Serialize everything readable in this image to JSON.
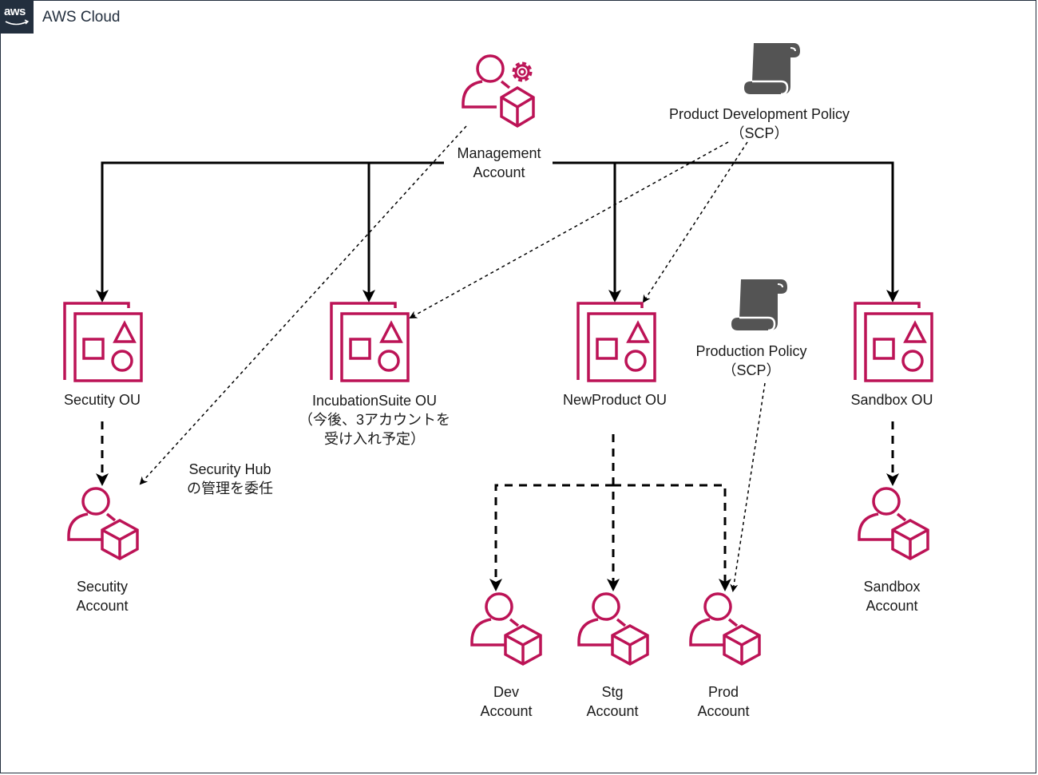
{
  "group": {
    "title": "AWS Cloud",
    "logo_text": "aws",
    "border_color": "#232f3e"
  },
  "colors": {
    "resource": "#bc1356",
    "policy": "#545454",
    "connector": "#000000"
  },
  "nodes": {
    "management_account": {
      "line1": "Management",
      "line2": "Account",
      "icon": "user-gear-cube-icon"
    },
    "product_dev_policy": {
      "line1": "Product Development Policy",
      "line2": "（SCP）",
      "icon": "scroll-policy-icon"
    },
    "production_policy": {
      "line1": "Production Policy",
      "line2": "（SCP）",
      "icon": "scroll-policy-icon"
    },
    "security_ou": {
      "line1": "Secutity OU",
      "icon": "organizational-unit-icon"
    },
    "incubation_ou": {
      "line1": "IncubationSuite OU",
      "line2": "（今後、3アカウントを",
      "line3": "受け入れ予定）",
      "icon": "organizational-unit-icon"
    },
    "newproduct_ou": {
      "line1": "NewProduct OU",
      "icon": "organizational-unit-icon"
    },
    "sandbox_ou": {
      "line1": "Sandbox OU",
      "icon": "organizational-unit-icon"
    },
    "security_account": {
      "line1": "Secutity",
      "line2": "Account",
      "icon": "user-cube-icon"
    },
    "dev_account": {
      "line1": "Dev",
      "line2": "Account",
      "icon": "user-cube-icon"
    },
    "stg_account": {
      "line1": "Stg",
      "line2": "Account",
      "icon": "user-cube-icon"
    },
    "prod_account": {
      "line1": "Prod",
      "line2": "Account",
      "icon": "user-cube-icon"
    },
    "sandbox_account": {
      "line1": "Sandbox",
      "line2": "Account",
      "icon": "user-cube-icon"
    }
  },
  "annotations": {
    "security_hub": {
      "line1": "Security Hub",
      "line2": "の管理を委任"
    }
  }
}
